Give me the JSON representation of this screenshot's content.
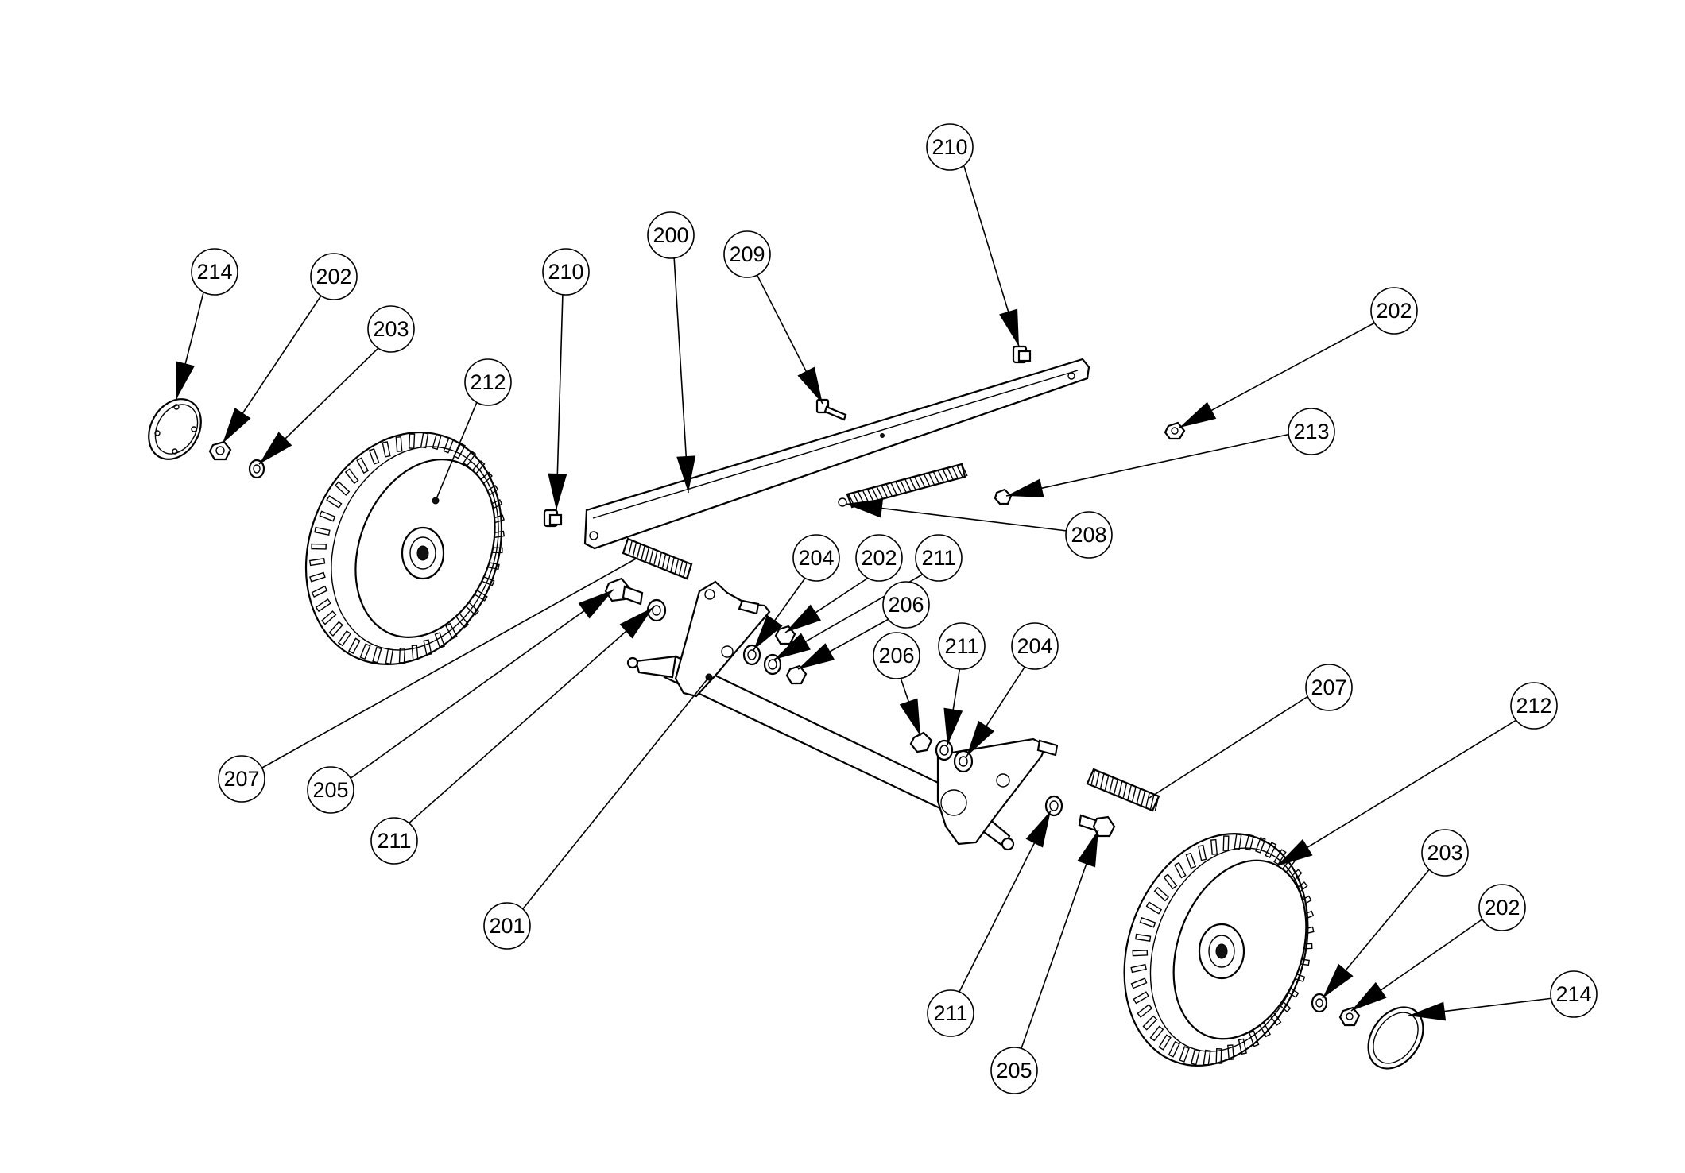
{
  "callouts": [
    {
      "id": "c210a",
      "label": "210"
    },
    {
      "id": "c210b",
      "label": "210"
    },
    {
      "id": "c200",
      "label": "200"
    },
    {
      "id": "c209",
      "label": "209"
    },
    {
      "id": "c214a",
      "label": "214"
    },
    {
      "id": "c202a",
      "label": "202"
    },
    {
      "id": "c203a",
      "label": "203"
    },
    {
      "id": "c212a",
      "label": "212"
    },
    {
      "id": "c202b",
      "label": "202"
    },
    {
      "id": "c213",
      "label": "213"
    },
    {
      "id": "c208",
      "label": "208"
    },
    {
      "id": "c204a",
      "label": "204"
    },
    {
      "id": "c202c",
      "label": "202"
    },
    {
      "id": "c211a",
      "label": "211"
    },
    {
      "id": "c206a",
      "label": "206"
    },
    {
      "id": "c206b",
      "label": "206"
    },
    {
      "id": "c211b",
      "label": "211"
    },
    {
      "id": "c204b",
      "label": "204"
    },
    {
      "id": "c207a",
      "label": "207"
    },
    {
      "id": "c212b",
      "label": "212"
    },
    {
      "id": "c207b",
      "label": "207"
    },
    {
      "id": "c205a",
      "label": "205"
    },
    {
      "id": "c211c",
      "label": "211"
    },
    {
      "id": "c201",
      "label": "201"
    },
    {
      "id": "c211d",
      "label": "211"
    },
    {
      "id": "c205b",
      "label": "205"
    },
    {
      "id": "c203b",
      "label": "203"
    },
    {
      "id": "c202d",
      "label": "202"
    },
    {
      "id": "c214b",
      "label": "214"
    }
  ]
}
